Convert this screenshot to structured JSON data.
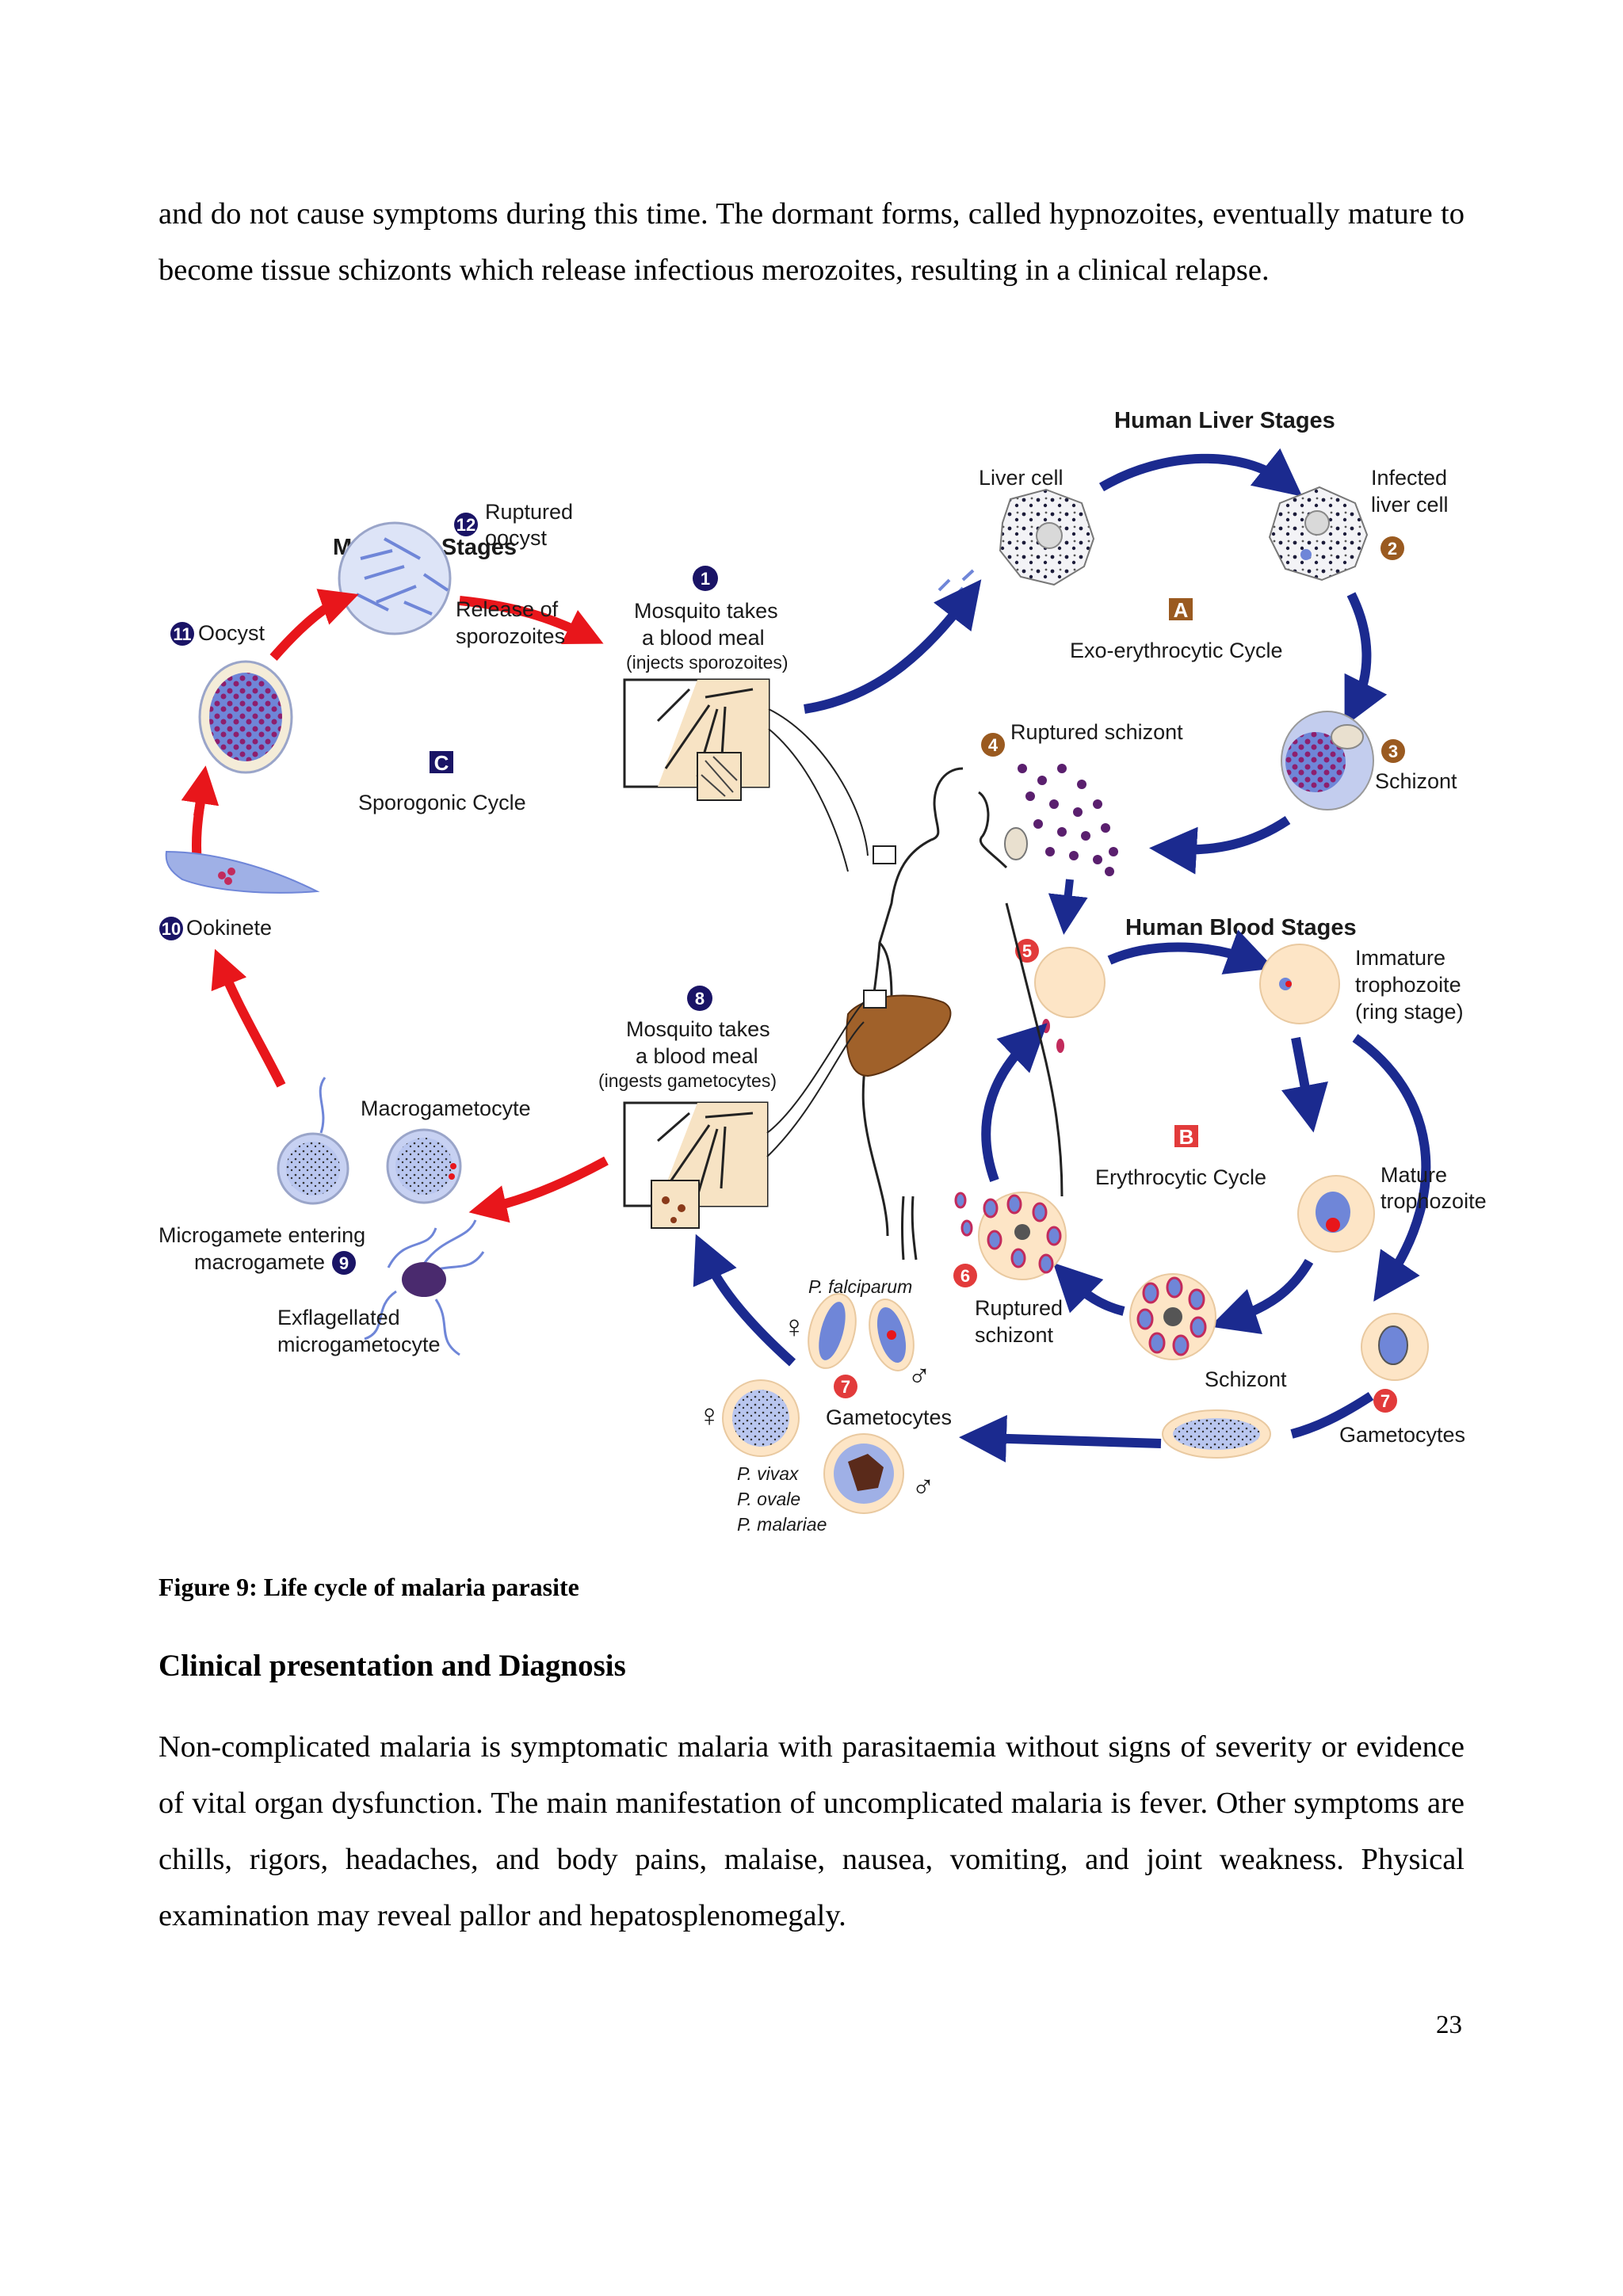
{
  "text": {
    "intro_paragraph": "and do not cause symptoms during this time. The dormant forms, called hypnozoites, eventually mature to become tissue schizonts which release infectious merozoites, resulting in a clinical relapse.",
    "figure_caption": "Figure 9: Life cycle of malaria parasite",
    "section_heading": "Clinical presentation and Diagnosis",
    "body_paragraph": "Non-complicated malaria is symptomatic malaria with parasitaemia without signs of severity or evidence of vital organ dysfunction. The main manifestation of uncomplicated malaria is fever. Other symptoms are chills, rigors, headaches, and body pains, malaise, nausea, vomiting, and joint weakness. Physical examination may reveal pallor and hepatosplenomegaly.",
    "page_number": "23"
  },
  "figure": {
    "headers": {
      "liver": "Human Liver Stages",
      "mosquito": "Mosquito Stages",
      "blood": "Human Blood Stages"
    },
    "cycles": {
      "A": {
        "letter": "A",
        "name": "Exo-erythrocytic Cycle"
      },
      "B": {
        "letter": "B",
        "name": "Erythrocytic Cycle"
      },
      "C": {
        "letter": "C",
        "name": "Sporogonic Cycle"
      }
    },
    "labels": {
      "liver_cell": "Liver cell",
      "infected_1": "Infected",
      "infected_2": "liver cell",
      "schizont_liver": "Schizont",
      "ruptured_schizont_liver": "Ruptured schizont",
      "meal1_1": "Mosquito takes",
      "meal1_2": "a blood meal",
      "meal1_3": "(injects sporozoites)",
      "meal8_1": "Mosquito takes",
      "meal8_2": "a blood meal",
      "meal8_3": "(ingests gametocytes)",
      "ruptured_oocyst_1": "Ruptured",
      "ruptured_oocyst_2": "oocyst",
      "release_1": "Release of",
      "release_2": "sporozoites",
      "oocyst": "Oocyst",
      "ookinete": "Ookinete",
      "macrogametocyte": "Macrogametocyte",
      "microgamete_1": "Microgamete entering",
      "microgamete_2": "macrogamete",
      "exflag_1": "Exflagellated",
      "exflag_2": "microgametocyte",
      "immature_1": "Immature",
      "immature_2": "trophozoite",
      "immature_3": "(ring stage)",
      "mature_1": "Mature",
      "mature_2": "trophozoite",
      "schizont_blood": "Schizont",
      "ruptured_blood_1": "Ruptured",
      "ruptured_blood_2": "schizont",
      "gametocytes_right": "Gametocytes",
      "gametocytes_left": "Gametocytes",
      "p_falciparum": "P. falciparum",
      "p_vivax": "P. vivax",
      "p_ovale": "P. ovale",
      "p_malariae": "P. malariae",
      "female": "♀",
      "male": "♂"
    },
    "numbers": {
      "n1": "1",
      "n2": "2",
      "n3": "3",
      "n4": "4",
      "n5": "5",
      "n6": "6",
      "n7": "7",
      "n8": "8",
      "n9": "9",
      "n10": "10",
      "n11": "11",
      "n12": "12"
    },
    "colors": {
      "navy_arrow": "#1b2a8f",
      "red_arrow": "#e8161b",
      "cell_blue": "#6f86d8",
      "rbc": "#fde5c6",
      "liver_organ": "#a0612a",
      "badge_navy": "#1a1466",
      "badge_brown": "#9a5a20",
      "badge_red": "#e23b3b"
    }
  }
}
